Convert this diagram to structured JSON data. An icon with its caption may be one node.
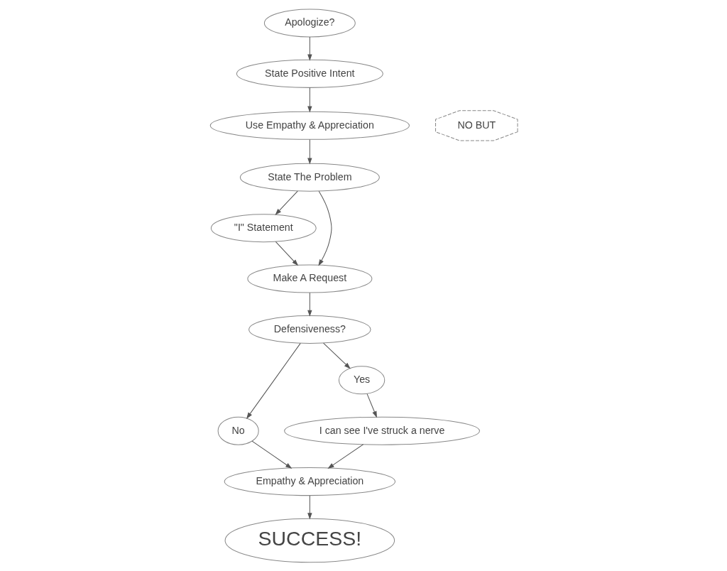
{
  "diagram": {
    "nodes": [
      {
        "text": [
          "Apologize?"
        ]
      },
      {
        "text": [
          "State Positive Intent"
        ]
      },
      {
        "text": [
          "Use Empathy & Appreciation"
        ]
      },
      {
        "text": [
          "NO BUT"
        ]
      },
      {
        "text": [
          "State The Problem"
        ]
      },
      {
        "text": [
          "Defensiveness?"
        ]
      },
      {
        "text": [
          "\"I\" Statement"
        ]
      },
      {
        "text": [
          "Make A Request"
        ]
      },
      {
        "text": [
          "No"
        ]
      },
      {
        "text": [
          "Yes"
        ]
      },
      {
        "text": [
          "I can see I've struck a nerve"
        ]
      },
      {
        "text": [
          "Empathy & Appreciation"
        ]
      },
      {
        "text": [
          "SUCCESS!"
        ]
      }
    ],
    "edges": [
      {
        "from": 0,
        "to": 1,
        "arrow": "to"
      },
      {
        "from": 1,
        "to": 2,
        "arrow": "to"
      },
      {
        "from": 2,
        "to": 4,
        "arrow": "to"
      },
      {
        "from": 4,
        "to": 6,
        "arrow": "to"
      },
      {
        "from": 4,
        "to": 7,
        "arrow": "to"
      },
      {
        "from": 6,
        "to": 7,
        "arrow": "to"
      },
      {
        "from": 7,
        "to": 5,
        "arrow": "to"
      },
      {
        "from": 5,
        "to": 8,
        "arrow": "to"
      },
      {
        "from": 5,
        "to": 9,
        "arrow": "to"
      },
      {
        "from": 9,
        "to": 10,
        "arrow": "to"
      },
      {
        "from": 10,
        "to": 11,
        "arrow": "to"
      },
      {
        "from": 8,
        "to": 11,
        "arrow": "to"
      },
      {
        "from": 11,
        "to": 12,
        "arrow": "to"
      }
    ]
  }
}
